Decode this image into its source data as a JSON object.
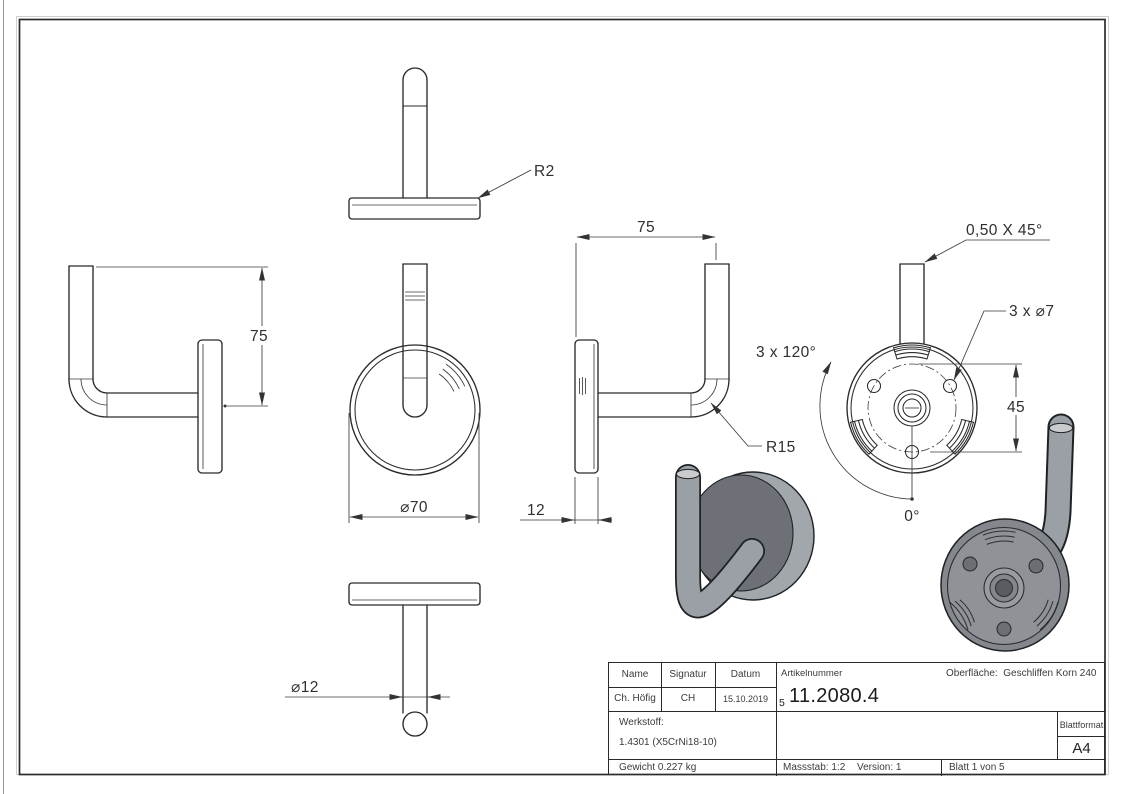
{
  "annotations": {
    "r2": "R2",
    "left_height": "75",
    "front_diameter": "⌀70",
    "side_width": "75",
    "plate_thickness": "12",
    "pin_diameter": "⌀12",
    "bend_radius": "R15",
    "chamfer": "0,50 X 45°",
    "hole_pattern": "3 x ⌀7",
    "hole_angle": "3 x 120°",
    "hole_spacing": "45",
    "zero_angle": "0°"
  },
  "title_block": {
    "name_header": "Name",
    "signature_header": "Signatur",
    "date_header": "Datum",
    "name_value": "Ch. Höfig",
    "signature_value": "CH",
    "date_value": "15.10.2019",
    "article_header": "Artikelnummer",
    "article_prefix": "5",
    "article_number": "11.2080.4",
    "surface_label": "Oberfläche:",
    "surface_value": "Geschliffen Korn 240",
    "material_label": "Werkstoff:",
    "material_value": "1.4301 (X5CrNi18-10)",
    "sheet_format_label": "Blattformat",
    "sheet_format_value": "A4",
    "weight": "Gewicht 0.227 kg",
    "scale": "Massstab: 1:2",
    "version": "Version: 1",
    "sheet": "Blatt 1 von 5"
  },
  "colors": {
    "line": "#2a2a2a",
    "dimension": "#3a3a3a",
    "metal_light": "#c9ccce",
    "metal_mid": "#9aa0a6",
    "metal_dark": "#6d7177",
    "background": "#ffffff"
  }
}
